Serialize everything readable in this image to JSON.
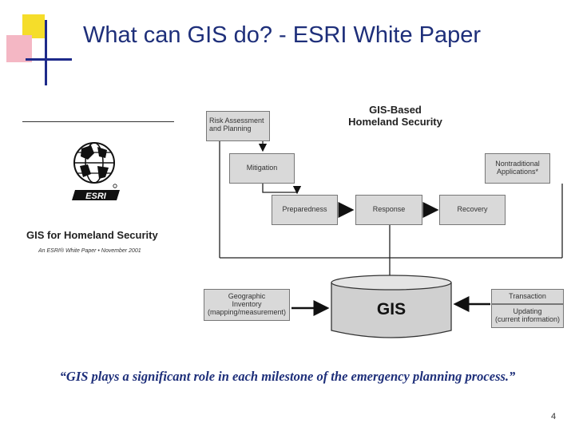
{
  "title": "What can GIS do? - ESRI White Paper",
  "cover": {
    "logo_text": "ESRI",
    "title": "GIS for Homeland Security",
    "subtitle": "An ESRI® White Paper • November 2001"
  },
  "diagram": {
    "header": [
      "GIS-Based",
      "Homeland Security"
    ],
    "nodes": {
      "risk": [
        "Risk Assessment",
        "and Planning"
      ],
      "mitigation": "Mitigation",
      "nontraditional": [
        "Nontraditional",
        "Applications*"
      ],
      "preparedness": "Preparedness",
      "response": "Response",
      "recovery": "Recovery",
      "geographic": [
        "Geographic",
        "Inventory",
        "(mapping/measurement)"
      ],
      "gis": "GIS",
      "transaction": "Transaction",
      "updating": [
        "Updating",
        "(current information)"
      ]
    }
  },
  "quote": "“GIS plays a significant role in each milestone of the emergency planning process.”",
  "page_number": "4",
  "colors": {
    "title": "#1e2f7a",
    "box_fill": "#d9d9d9",
    "accent_yellow": "#f5dd2a",
    "accent_pink": "#f4b7c4"
  }
}
